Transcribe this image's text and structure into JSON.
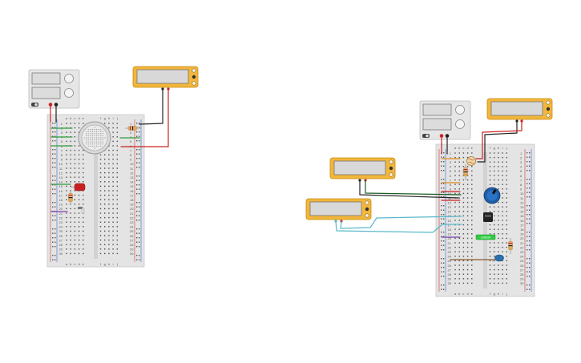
{
  "canvas": {
    "background": "#ffffff"
  },
  "colors": {
    "multimeter_body": "#f2b63a",
    "multimeter_edge": "#c98b12",
    "lcd": "#d8d8d8",
    "power_body": "#e6e6e6",
    "breadboard": "#e4e4e4",
    "rail_red": "#d43a3a",
    "rail_blue": "#3a6ad4",
    "wire_red": "#cc2222",
    "wire_black": "#222222",
    "wire_green": "#2e9e3a",
    "wire_darkgreen": "#1a5e22",
    "wire_cyan": "#5ab8c8",
    "wire_purple": "#7b3fa6",
    "wire_orange": "#e08a1e",
    "wire_brown": "#8a5a2a",
    "led_red": "#c82020",
    "potentiometer": "#1f5ea8",
    "capacitor": "#2b6fae",
    "sensor_green": "#2ecc40"
  },
  "left_circuit": {
    "breadboard": {
      "column_letters_top": [
        "a",
        "b",
        "c",
        "d",
        "e",
        "f",
        "g",
        "h",
        "i",
        "j"
      ],
      "row_numbers": [
        "1",
        "2",
        "3",
        "4",
        "5",
        "6",
        "7",
        "8",
        "9",
        "10",
        "11",
        "12",
        "13",
        "14",
        "15",
        "16",
        "17",
        "18",
        "19",
        "20",
        "21",
        "22",
        "23",
        "24",
        "25",
        "26",
        "27",
        "28",
        "29",
        "30"
      ]
    }
  },
  "right_circuit": {
    "breadboard": {
      "column_letters_top": [
        "a",
        "b",
        "c",
        "d",
        "e",
        "f",
        "g",
        "h",
        "i",
        "j"
      ],
      "row_numbers": [
        "1",
        "2",
        "3",
        "4",
        "5",
        "6",
        "7",
        "8",
        "9",
        "10",
        "11",
        "12",
        "13",
        "14",
        "15",
        "16",
        "17",
        "18",
        "19",
        "20",
        "21",
        "22",
        "23",
        "24",
        "25",
        "26",
        "27",
        "28",
        "29",
        "30"
      ]
    },
    "sensor_label": "SENSOR"
  }
}
